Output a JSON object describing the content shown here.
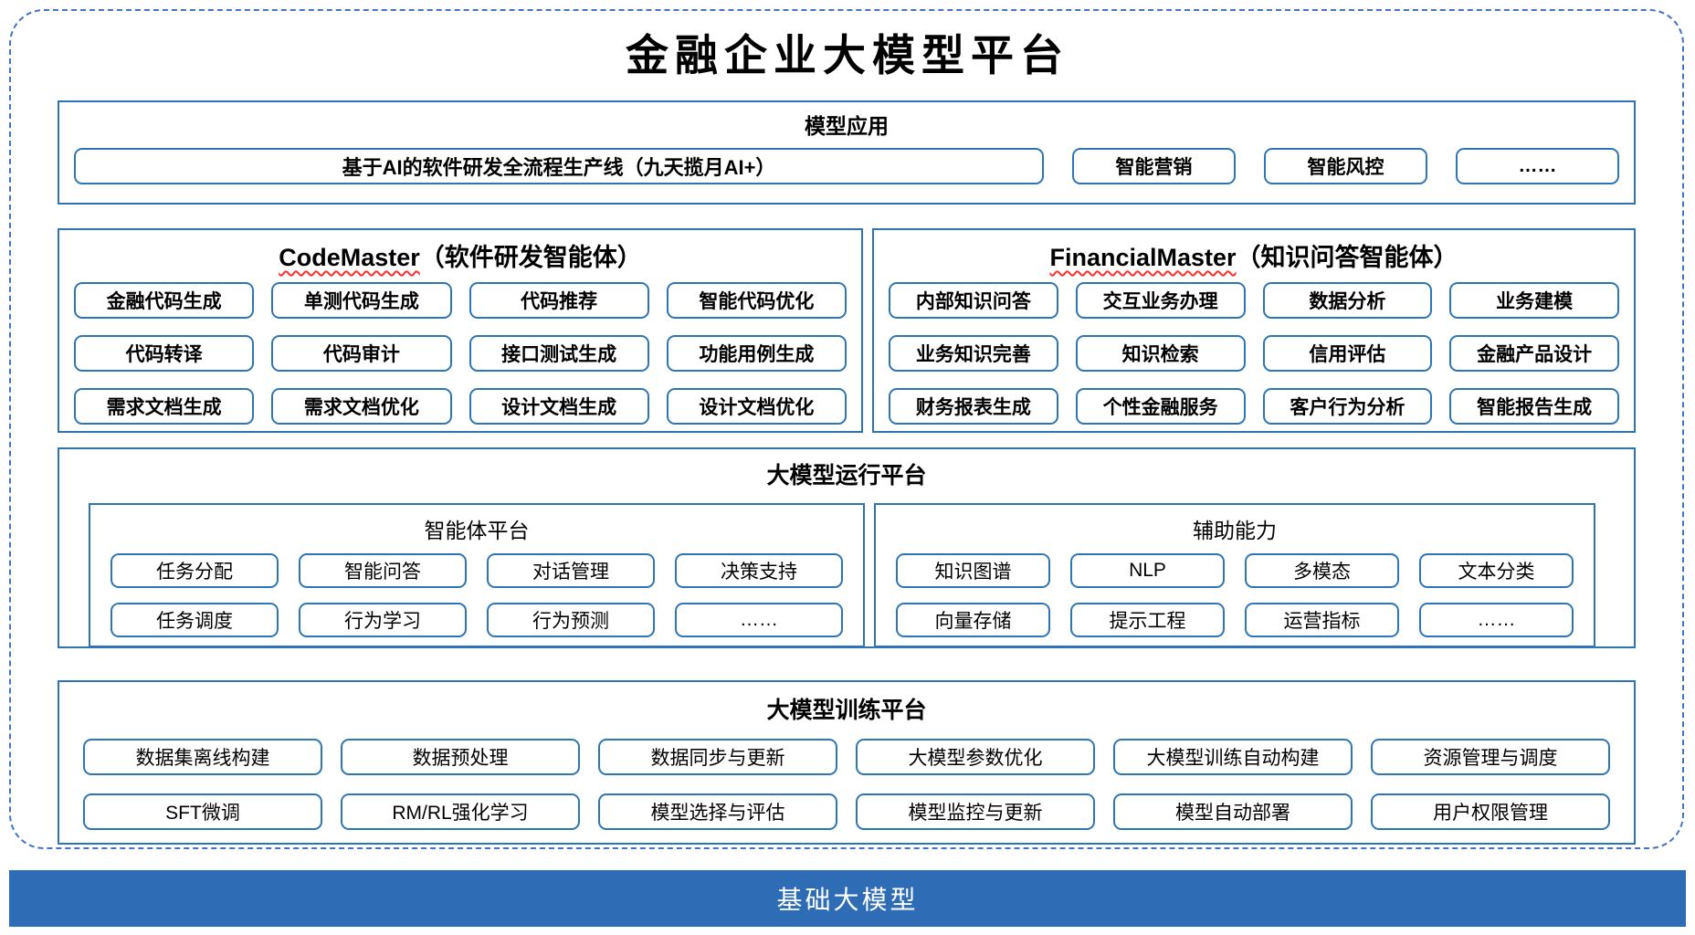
{
  "page": {
    "title": "金融企业大模型平台"
  },
  "colors": {
    "dashed_border": "#4472C4",
    "section_border": "#2E74B5",
    "item_border": "#2E75B6",
    "footer_bg": "#2E6DB5",
    "squiggle_red": "#FF2D2D"
  },
  "model_app": {
    "title": "模型应用",
    "main_item": "基于AI的软件研发全流程生产线（九天揽月AI+）",
    "items": [
      "智能营销",
      "智能风控",
      "……"
    ]
  },
  "code_master": {
    "title_en": "CodeMaster",
    "title_zh": "（软件研发智能体）",
    "items": [
      "金融代码生成",
      "单测代码生成",
      "代码推荐",
      "智能代码优化",
      "代码转译",
      "代码审计",
      "接口测试生成",
      "功能用例生成",
      "需求文档生成",
      "需求文档优化",
      "设计文档生成",
      "设计文档优化"
    ]
  },
  "financial_master": {
    "title_en": "FinancialMaster",
    "title_zh": "（知识问答智能体）",
    "items": [
      "内部知识问答",
      "交互业务办理",
      "数据分析",
      "业务建模",
      "业务知识完善",
      "知识检索",
      "信用评估",
      "金融产品设计",
      "财务报表生成",
      "个性金融服务",
      "客户行为分析",
      "智能报告生成"
    ]
  },
  "runtime_platform": {
    "title": "大模型运行平台",
    "agent_platform": {
      "title": "智能体平台",
      "items": [
        "任务分配",
        "智能问答",
        "对话管理",
        "决策支持",
        "任务调度",
        "行为学习",
        "行为预测",
        "……"
      ]
    },
    "auxiliary": {
      "title": "辅助能力",
      "items": [
        "知识图谱",
        "NLP",
        "多模态",
        "文本分类",
        "向量存储",
        "提示工程",
        "运营指标",
        "……"
      ]
    }
  },
  "training_platform": {
    "title": "大模型训练平台",
    "items": [
      "数据集离线构建",
      "数据预处理",
      "数据同步与更新",
      "大模型参数优化",
      "大模型训练自动构建",
      "资源管理与调度",
      "SFT微调",
      "RM/RL强化学习",
      "模型选择与评估",
      "模型监控与更新",
      "模型自动部署",
      "用户权限管理"
    ]
  },
  "foundation": {
    "title": "基础大模型"
  }
}
